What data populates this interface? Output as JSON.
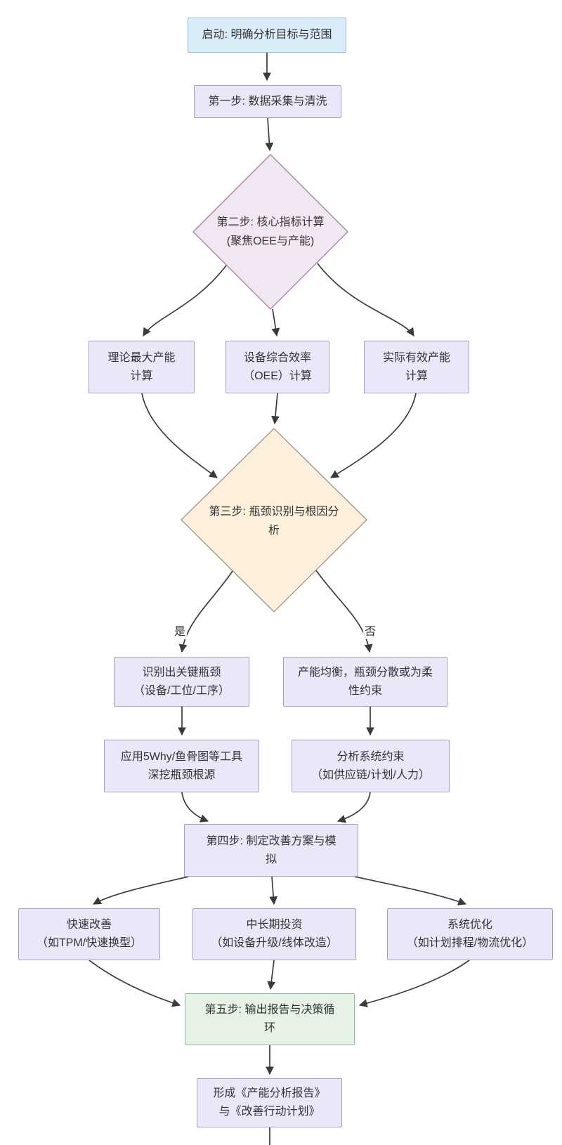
{
  "colors": {
    "node_fill": "#e8e8f8",
    "node_stroke": "#a3a0c4",
    "start_fill": "#d9edf8",
    "start_stroke": "#9bb7cc",
    "pink_fill": "#f3e6f3",
    "pink_stroke": "#ab8bab",
    "orange_fill": "#fcf0dc",
    "orange_stroke": "#ab9e8f",
    "green_fill": "#e6f2e6",
    "green_stroke": "#93b793",
    "edge": "#3b3b3b",
    "text": "#333333"
  },
  "flowchart": {
    "nodes": {
      "start": {
        "lines": [
          "启动: 明确分析目标与范围"
        ]
      },
      "step1": {
        "lines": [
          "第一步: 数据采集与清洗"
        ]
      },
      "step2": {
        "lines": [
          "第二步: 核心指标计算",
          "(聚焦OEE与产能)"
        ]
      },
      "theoretical": {
        "lines": [
          "理论最大产能",
          "计算"
        ]
      },
      "oee": {
        "lines": [
          "设备综合效率",
          "（OEE）计算"
        ]
      },
      "actual": {
        "lines": [
          "实际有效产能",
          "计算"
        ]
      },
      "step3": {
        "lines": [
          "第三步: 瓶颈识别与根因分",
          "析"
        ]
      },
      "bottleneck": {
        "lines": [
          "识别出关键瓶颈",
          "（设备/工位/工序）"
        ]
      },
      "balanced": {
        "lines": [
          "产能均衡，瓶颈分散或为柔",
          "性约束"
        ]
      },
      "why5": {
        "lines": [
          "应用5Why/鱼骨图等工具",
          "深挖瓶颈根源"
        ]
      },
      "sysconstraint": {
        "lines": [
          "分析系统约束",
          "（如供应链/计划/人力）"
        ]
      },
      "step4": {
        "lines": [
          "第四步: 制定改善方案与模",
          "拟"
        ]
      },
      "quick": {
        "lines": [
          "快速改善",
          "（如TPM/快速换型）"
        ]
      },
      "invest": {
        "lines": [
          "中长期投资",
          "（如设备升级/线体改造）"
        ]
      },
      "sysopt": {
        "lines": [
          "系统优化",
          "（如计划排程/物流优化）"
        ]
      },
      "step5": {
        "lines": [
          "第五步: 输出报告与决策循",
          "环"
        ]
      },
      "report": {
        "lines": [
          "形成《产能分析报告》",
          "与《改善行动计划》"
        ]
      }
    },
    "edge_labels": {
      "yes": "是",
      "no": "否"
    }
  }
}
